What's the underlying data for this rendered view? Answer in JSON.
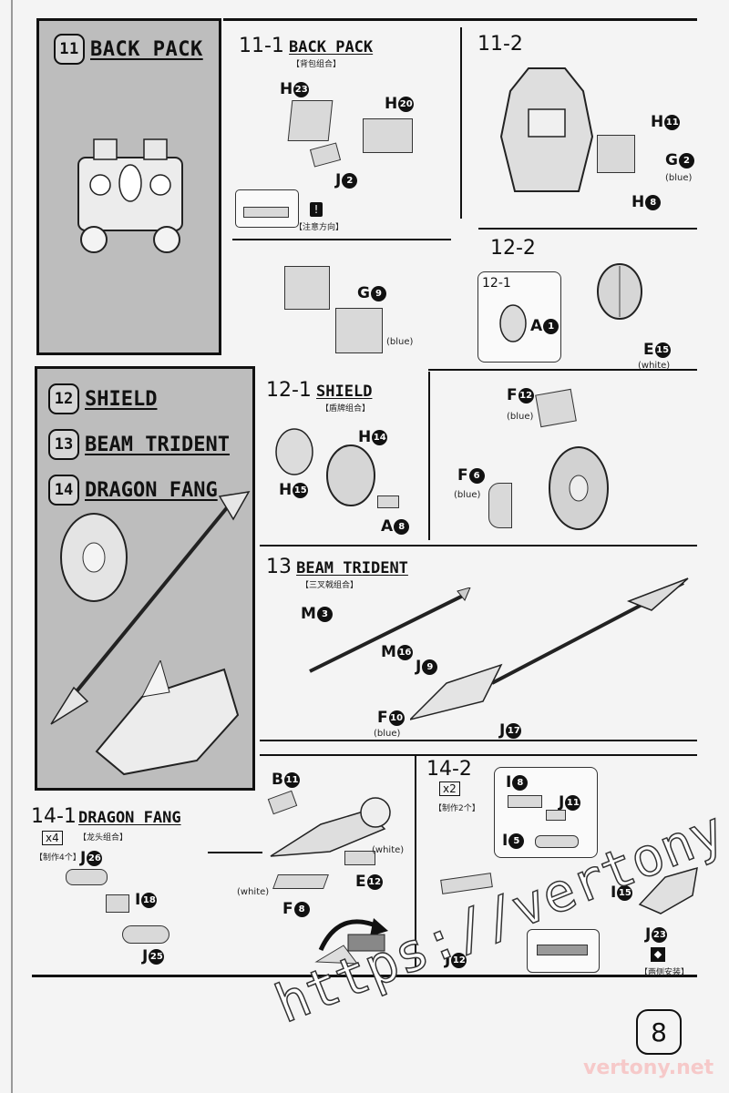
{
  "sections": {
    "s11": {
      "num": "11",
      "label": "BACK PACK"
    },
    "s12": {
      "num": "12",
      "label": "SHIELD"
    },
    "s13": {
      "num": "13",
      "label": "BEAM TRIDENT"
    },
    "s14": {
      "num": "14",
      "label": "DRAGON FANG"
    }
  },
  "steps": {
    "st11_1": {
      "num": "11-1",
      "title": "BACK PACK",
      "cn": "【背包组合】",
      "caution": "【注意方向】"
    },
    "st11_2": {
      "num": "11-2"
    },
    "st12_1": {
      "num": "12-1",
      "title": "SHIELD",
      "cn": "【盾牌组合】"
    },
    "st12_2": {
      "num": "12-2",
      "inset": "12-1"
    },
    "st13": {
      "num": "13",
      "title": "BEAM TRIDENT",
      "cn": "【三叉戟组合】"
    },
    "st14_1": {
      "num": "14-1",
      "title": "DRAGON FANG",
      "cn": "【龙头组合】",
      "mult": "x4",
      "mult_cn": "【制作4个】"
    },
    "st14_2": {
      "num": "14-2",
      "mult": "x2",
      "mult_cn": "【制作2个】",
      "both": "【两侧安装】"
    }
  },
  "parts": {
    "H23": {
      "l": "H",
      "n": "23"
    },
    "H20": {
      "l": "H",
      "n": "20"
    },
    "J2": {
      "l": "J",
      "n": "2"
    },
    "G9": {
      "l": "G",
      "n": "9",
      "c": "(blue)"
    },
    "H11": {
      "l": "H",
      "n": "11"
    },
    "G2": {
      "l": "G",
      "n": "2",
      "c": "(blue)"
    },
    "H8": {
      "l": "H",
      "n": "8"
    },
    "A1": {
      "l": "A",
      "n": "1"
    },
    "E15": {
      "l": "E",
      "n": "15",
      "c": "(white)"
    },
    "F12": {
      "l": "F",
      "n": "12",
      "c": "(blue)"
    },
    "F6": {
      "l": "F",
      "n": "6",
      "c": "(blue)"
    },
    "H14": {
      "l": "H",
      "n": "14"
    },
    "H15": {
      "l": "H",
      "n": "15"
    },
    "A8": {
      "l": "A",
      "n": "8"
    },
    "M3": {
      "l": "M",
      "n": "3"
    },
    "M16": {
      "l": "M",
      "n": "16"
    },
    "J9": {
      "l": "J",
      "n": "9"
    },
    "F10": {
      "l": "F",
      "n": "10",
      "c": "(blue)"
    },
    "J17": {
      "l": "J",
      "n": "17"
    },
    "B11": {
      "l": "B",
      "n": "11"
    },
    "E12": {
      "l": "E",
      "n": "12",
      "c": "(white)"
    },
    "F8": {
      "l": "F",
      "n": "8",
      "c": "(white)"
    },
    "J26": {
      "l": "J",
      "n": "26"
    },
    "I18": {
      "l": "I",
      "n": "18"
    },
    "J25": {
      "l": "J",
      "n": "25"
    },
    "I8": {
      "l": "I",
      "n": "8"
    },
    "J11": {
      "l": "J",
      "n": "11"
    },
    "I5": {
      "l": "I",
      "n": "5"
    },
    "J12": {
      "l": "J",
      "n": "12"
    },
    "I15": {
      "l": "I",
      "n": "15"
    },
    "J23": {
      "l": "J",
      "n": "23"
    }
  },
  "page": {
    "number": "8",
    "brand": "vertony.net"
  },
  "watermark": "https://vertony.net/"
}
